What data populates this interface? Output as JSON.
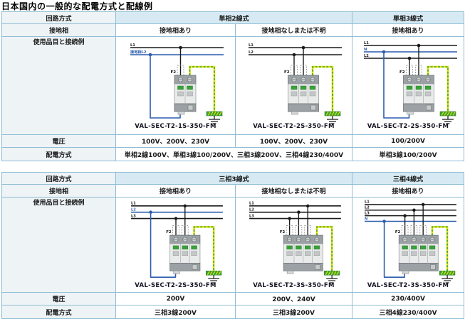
{
  "title": "日本国内の一般的な配電方式と配線例",
  "row_labels": {
    "circuit": "回路方式",
    "ground": "接地相",
    "usage": "使用品目と接続例",
    "voltage": "電圧",
    "distribution": "配電方式"
  },
  "colors": {
    "bus_black": "#1a1a1a",
    "bus_blue": "#2b5cad",
    "pe_green": "#3aa13a",
    "pe_yellow": "#e6e600",
    "header_bg": "#d7eaf4",
    "label_bg": "#eef3f6",
    "border": "#8fbdd4"
  },
  "tables": [
    {
      "circuit_types": [
        "単相2線式",
        "単相3線式"
      ],
      "ground_phases": [
        "接地相あり",
        "接地相なしまたは不明",
        "接地相あり"
      ],
      "models": [
        "VAL-SEC-T2-1S-350-FM",
        "VAL-SEC-T2-2S-350-FM",
        "VAL-SEC-T2-2S-350-FM"
      ],
      "voltages": [
        "100V、200V、230V",
        "100V、200V、230V",
        "100/200V"
      ],
      "distributions": [
        "単相2線100V、単相3線100/200V、三相3線200V、三相4線230/400V",
        "単相3線100/200V"
      ],
      "diagrams": [
        {
          "fuse": "F2",
          "modules": 2,
          "lines": [
            {
              "label": "L1",
              "color": "black"
            },
            {
              "label": "接地相L2",
              "color": "blue"
            }
          ],
          "drops": [
            0
          ],
          "neutral": 1
        },
        {
          "fuse": "F2",
          "modules": 3,
          "lines": [
            {
              "label": "L1",
              "color": "black"
            },
            {
              "label": "L2",
              "color": "black"
            }
          ],
          "drops": [
            0,
            1
          ],
          "neutral": -1
        },
        {
          "fuse": "F2",
          "modules": 3,
          "lines": [
            {
              "label": "L1",
              "color": "black"
            },
            {
              "label": "N",
              "color": "blue"
            },
            {
              "label": "L2",
              "color": "black"
            }
          ],
          "drops": [
            0,
            2
          ],
          "neutral": 1
        }
      ]
    },
    {
      "circuit_types": [
        "三相3線式",
        "三相4線式"
      ],
      "ground_phases": [
        "接地相あり",
        "接地相なしまたは不明",
        "接地相あり"
      ],
      "models": [
        "VAL-SEC-T2-2S-350-FM",
        "VAL-SEC-T2-3S-350-FM",
        "VAL-SEC-T2-3S-350-FM"
      ],
      "voltages": [
        "200V",
        "200V、240V",
        "230/400V"
      ],
      "distributions": [
        "三相3線200V",
        "三相3線200V",
        "三相4線230/400V"
      ],
      "diagrams": [
        {
          "fuse": "F2",
          "modules": 3,
          "lines": [
            {
              "label": "L1",
              "color": "black"
            },
            {
              "label": "L2",
              "color": "blue"
            },
            {
              "label": "L3",
              "color": "black"
            }
          ],
          "drops": [
            0,
            2
          ],
          "neutral": 1
        },
        {
          "fuse": "F2",
          "modules": 4,
          "lines": [
            {
              "label": "L1",
              "color": "black"
            },
            {
              "label": "L2",
              "color": "black"
            },
            {
              "label": "L3",
              "color": "black"
            }
          ],
          "drops": [
            0,
            1,
            2
          ],
          "neutral": -1
        },
        {
          "fuse": "F2",
          "modules": 4,
          "lines": [
            {
              "label": "L1",
              "color": "black"
            },
            {
              "label": "L2",
              "color": "black"
            },
            {
              "label": "L3",
              "color": "black"
            },
            {
              "label": "N",
              "color": "blue"
            }
          ],
          "drops": [
            0,
            1,
            2
          ],
          "neutral": 3
        }
      ]
    }
  ]
}
